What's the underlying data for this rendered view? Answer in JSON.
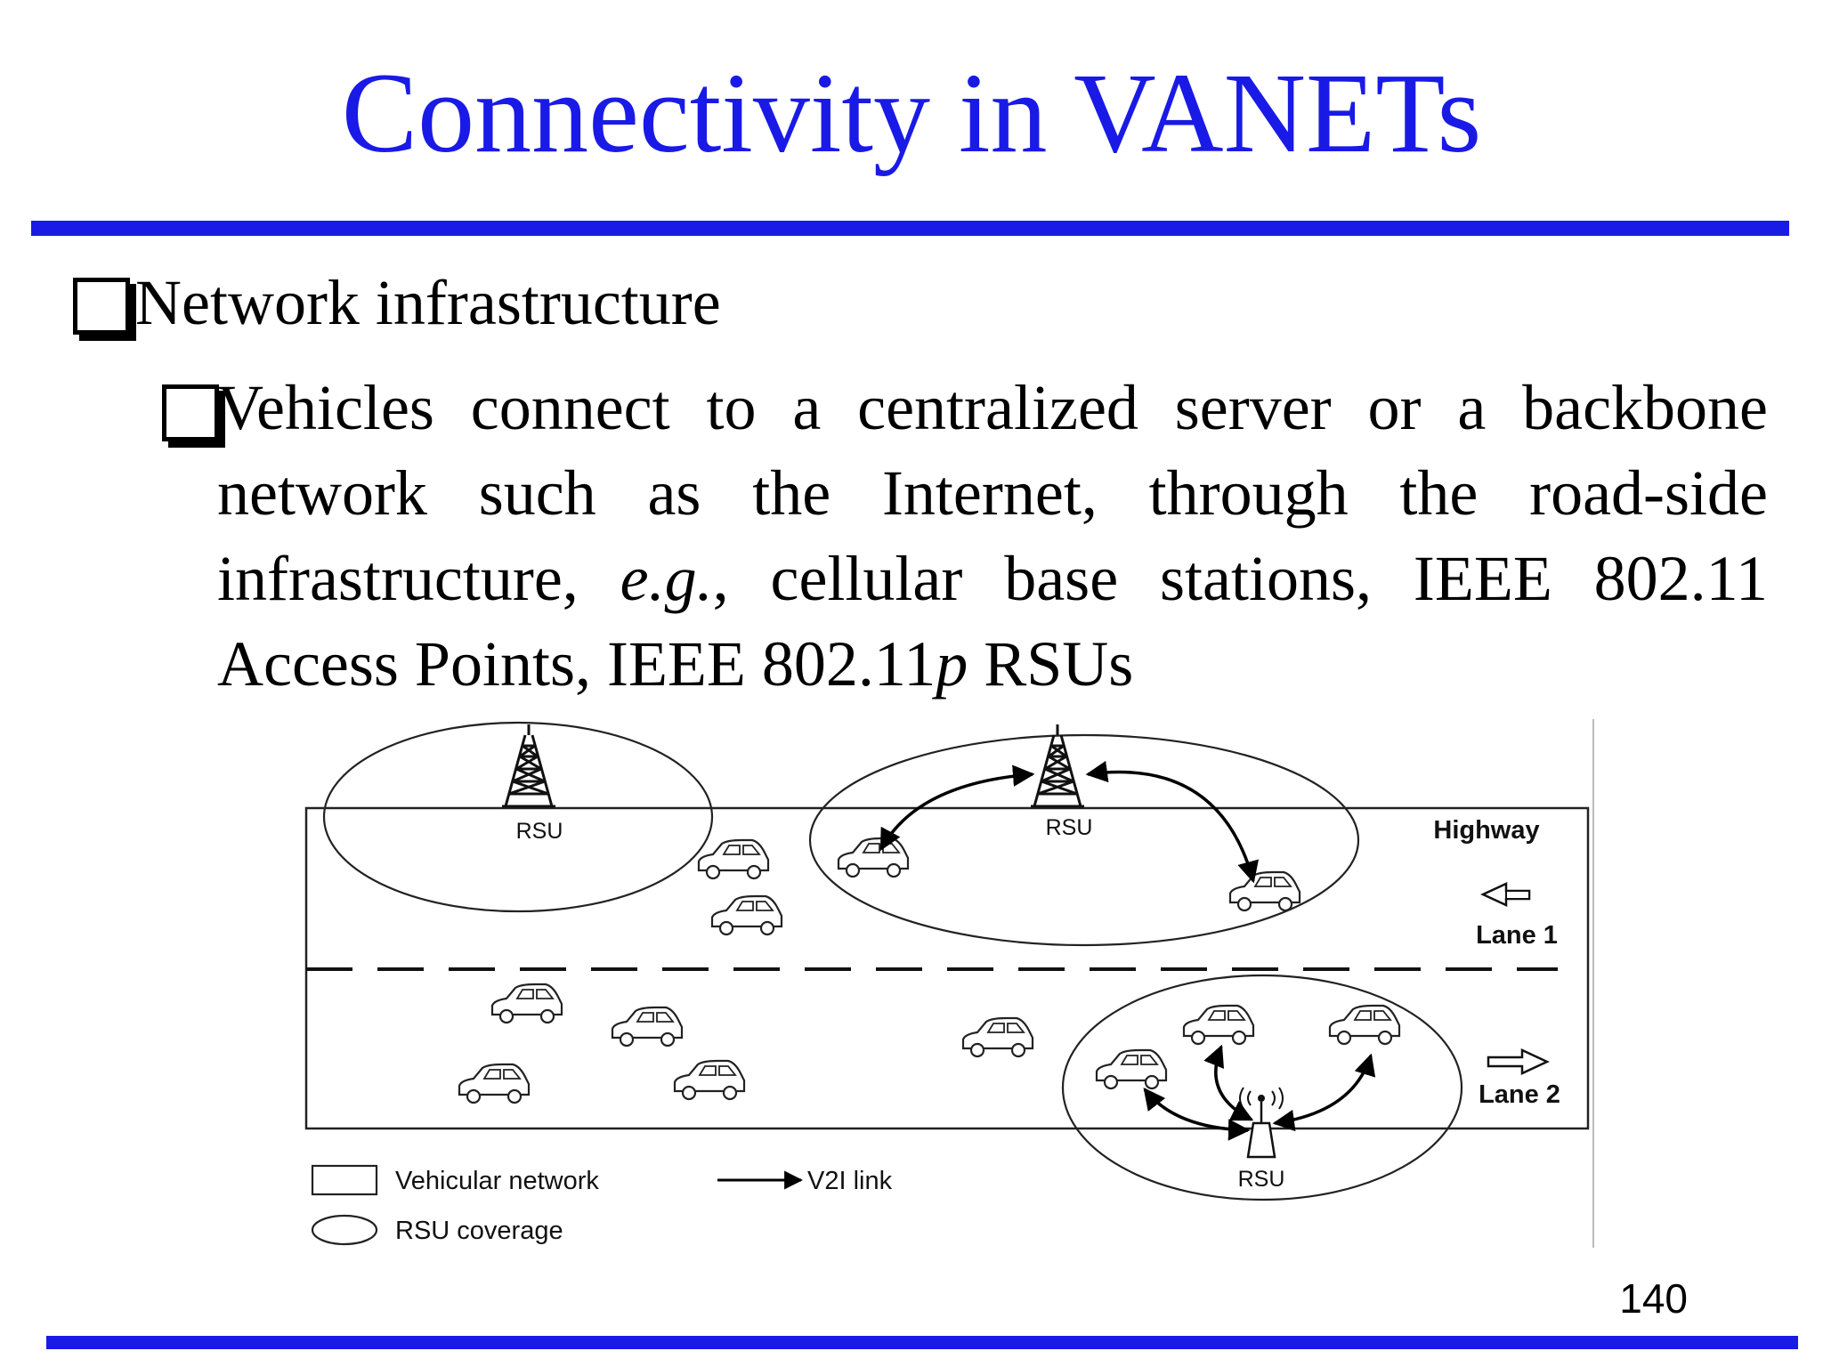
{
  "slide": {
    "title": "Connectivity in VANETs",
    "bullet1": "Network infrastructure",
    "bullet2": {
      "line1": "Vehicles connect to a centralized server or a backbone",
      "line2": "network such as the Internet, through the road-side",
      "line3_a": "infrastructure, ",
      "line3_italic": "e.g.",
      "line3_b": ", cellular base stations, IEEE 802.11",
      "line4_a": "Access Points, IEEE 802.11",
      "line4_italic": "p",
      "line4_b": " RSUs"
    },
    "page_number": "140",
    "accent_color": "#1a1ae6"
  },
  "diagram": {
    "highway_label": "Highway",
    "lane1_label": "Lane 1",
    "lane2_label": "Lane 2",
    "rsu_label": "RSU",
    "legend_vehicular": "Vehicular network",
    "legend_v2i": "V2I link",
    "legend_rsu": "RSU coverage",
    "tower_icon": "cell-tower-icon",
    "car_icon": "car-icon",
    "antenna_icon": "roadside-antenna-icon"
  }
}
